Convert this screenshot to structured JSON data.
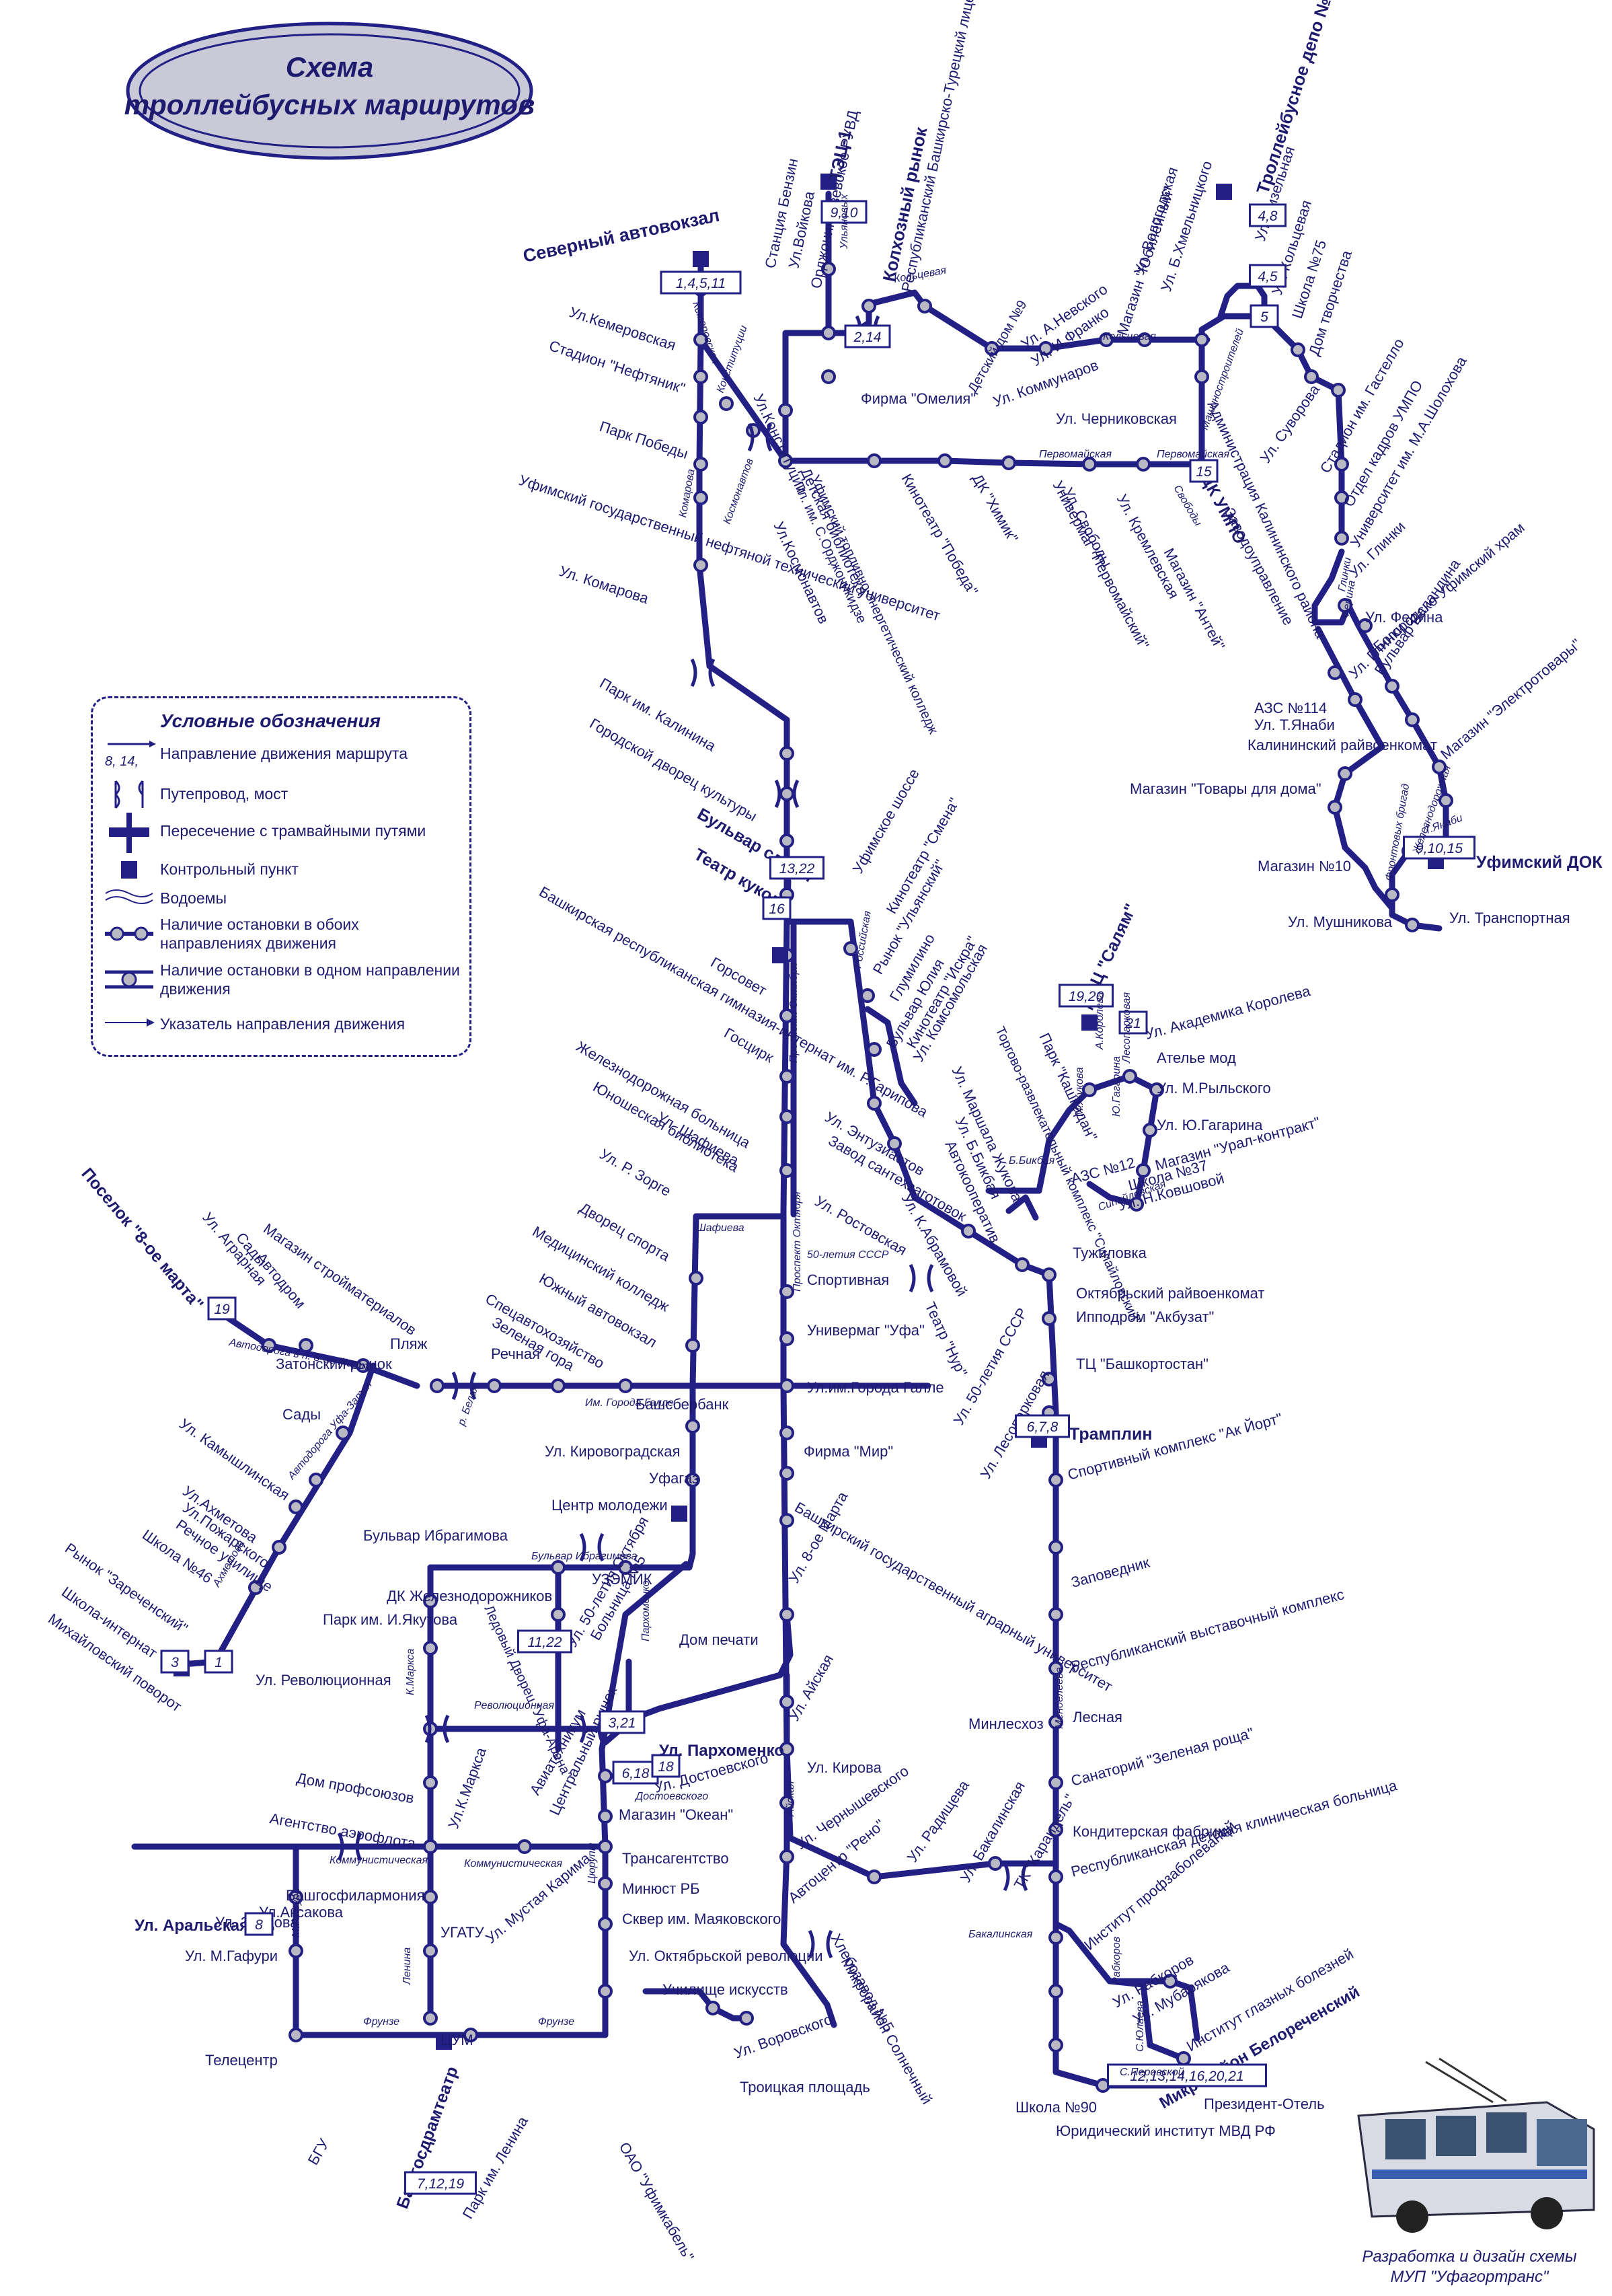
{
  "title": {
    "line1": "Схема",
    "line2": "троллейбусных маршрутов"
  },
  "colors": {
    "route": "#232085",
    "text": "#1e1b6e",
    "stop_fill": "#b9b9c4"
  },
  "legend": {
    "heading": "Условные обозначения",
    "direction_sample": "8, 14,",
    "items": [
      "Направление движения маршрута",
      "Путепровод, мост",
      "Пересечение с трамвайными путями",
      "Контрольный пункт",
      "Водоемы",
      "Наличие остановки в обоих направлениях движения",
      "Наличие остановки в одном направлении движения",
      "Указатель направления движения"
    ]
  },
  "credit": {
    "line1": "Разработка и дизайн схемы",
    "line2": "МУП \"Уфагортранс\""
  },
  "labels": [
    {
      "id": "severny-avtovokzal",
      "text": "Северный автовокзал",
      "bold": true
    },
    {
      "id": "tets1",
      "text": "ТЭЦ-1",
      "bold": true
    },
    {
      "id": "kolkhozny",
      "text": "Колхозный рынок",
      "bold": true
    },
    {
      "id": "depo2",
      "text": "Троллейбусное депо №2",
      "bold": true
    },
    {
      "id": "st-benzin",
      "text": "Станция Бензин"
    },
    {
      "id": "ul-voykova",
      "text": "Ул.Войкова"
    },
    {
      "id": "ordzh-ruvd",
      "text": "Орджоникидзевское РУВД"
    },
    {
      "id": "resp-bash-tur",
      "text": "Республиканский Башкирско-Турецкий лицей"
    },
    {
      "id": "ul-vologodskaya",
      "text": "Ул. Вологодская"
    },
    {
      "id": "ul-khmelnitskogo",
      "text": "Ул. Б.Хмельницкого"
    },
    {
      "id": "mag-yubileyny",
      "text": "Магазин \"Юбилейный\""
    },
    {
      "id": "ul-dizelnaya",
      "text": "Ул. Дизельная"
    },
    {
      "id": "ul-koltsevaya",
      "text": "Ул. Кольцевая"
    },
    {
      "id": "shkola75",
      "text": "Школа №75"
    },
    {
      "id": "dom-tvorchestva",
      "text": "Дом творчества"
    },
    {
      "id": "ul-kemerovskaya",
      "text": "Ул.Кемеровская"
    },
    {
      "id": "stadion-neftyanik",
      "text": "Стадион \"Нефтяник\""
    },
    {
      "id": "ul-nevskogo",
      "text": "Ул. А.Невского"
    },
    {
      "id": "ul-franko",
      "text": "Ул. И.Франко"
    },
    {
      "id": "detsky-dom",
      "text": "Детский дом №9"
    },
    {
      "id": "ul-konstitutsii",
      "text": "Ул.Конституции"
    },
    {
      "id": "firma-omeliya",
      "text": "Фирма \"Омелия\""
    },
    {
      "id": "ul-kommunarov",
      "text": "Ул. Коммунаров"
    },
    {
      "id": "ul-chernikovskaya",
      "text": "Ул. Черниковская"
    },
    {
      "id": "ul-suvorova",
      "text": "Ул. Суворова"
    },
    {
      "id": "adm-kalininskogo",
      "text": "Администрация Калининского района"
    },
    {
      "id": "stadion-gastello",
      "text": "Стадион им. Гастелло"
    },
    {
      "id": "park-pobedy",
      "text": "Парк Победы"
    },
    {
      "id": "otdel-kadrov",
      "text": "Отдел кадров УМПО"
    },
    {
      "id": "univ-sholokhova",
      "text": "Университет им. М.А.Шолохова"
    },
    {
      "id": "ugntu",
      "text": "Уфимский государственный нефтяной технический университет"
    },
    {
      "id": "detskaya-bibl",
      "text": "Детская библиотека"
    },
    {
      "id": "kinoteatr-pobeda",
      "text": "Кинотеатр \"Победа\""
    },
    {
      "id": "dk-khimik",
      "text": "ДК \"Химик\""
    },
    {
      "id": "univermag-pervomaysky",
      "text": "Универмаг \"Первомайский\""
    },
    {
      "id": "ul-svobody",
      "text": "Ул. Свободы"
    },
    {
      "id": "ul-kremlevskaya",
      "text": "Ул. Кремлевская"
    },
    {
      "id": "dk-umpo",
      "text": "ДК УМПО",
      "bold": true
    },
    {
      "id": "zavodoupravlenie",
      "text": "Заводоуправление"
    },
    {
      "id": "mag-antey",
      "text": "Магазин \"Антей\""
    },
    {
      "id": "ufimsky-toplivno",
      "text": "Уфимский топливно-энергетический колледж"
    },
    {
      "id": "pl-ordzhonikidze",
      "text": "Пл. им. С.Орджоникидзе"
    },
    {
      "id": "ul-komarova",
      "text": "Ул. Комарова"
    },
    {
      "id": "ul-kosmonavtov",
      "text": "Ул.Космонавтов"
    },
    {
      "id": "ul-glinki",
      "text": "Ул. Глинки"
    },
    {
      "id": "ul-ferina",
      "text": "Ул. Ферина"
    },
    {
      "id": "bogorodsko",
      "text": "Богородско-Уфимский храм"
    },
    {
      "id": "bulvar-balandina",
      "text": "Бульвар Баландина"
    },
    {
      "id": "azs114",
      "text": "АЗС №114"
    },
    {
      "id": "ul-glinki-2",
      "text": "Ул. Глинки"
    },
    {
      "id": "ul-yanabi",
      "text": "Ул. Т.Янаби"
    },
    {
      "id": "kalininsky-rvk",
      "text": "Калининский райвоенкомат"
    },
    {
      "id": "mag-elektrotovary",
      "text": "Магазин \"Электротовары\""
    },
    {
      "id": "mag-tovary-doma",
      "text": "Магазин \"Товары для дома\""
    },
    {
      "id": "mag-10",
      "text": "Магазин №10"
    },
    {
      "id": "ufimsky-dok",
      "text": "Уфимский ДОК",
      "bold": true
    },
    {
      "id": "ul-mushnikova",
      "text": "Ул. Мушникова"
    },
    {
      "id": "ul-transportnaya",
      "text": "Ул. Транспортная"
    },
    {
      "id": "park-kalinina",
      "text": "Парк им. Калинина"
    },
    {
      "id": "gdk",
      "text": "Городской дворец культуры"
    },
    {
      "id": "bulvar-slavy",
      "text": "Бульвар славы",
      "bold": true
    },
    {
      "id": "teatr-kukol",
      "text": "Театр кукол",
      "bold": true
    },
    {
      "id": "ufimskoe-shosse",
      "text": "Уфимское шоссе"
    },
    {
      "id": "kinoteatr-smena",
      "text": "Кинотеатр \"Смена\""
    },
    {
      "id": "rynok-ulyansky",
      "text": "Рынок \"Ульянский\""
    },
    {
      "id": "glumilino",
      "text": "Глумилино"
    },
    {
      "id": "bulvar-yulia",
      "text": "Бульвар Юлия"
    },
    {
      "id": "kinoteatr-iskra",
      "text": "Кинотеатр \"Искра\""
    },
    {
      "id": "ul-komsomolskaya",
      "text": "Ул. Комсомольская"
    },
    {
      "id": "bash-gimnaziya",
      "text": "Башкирская республиканская гимназия-интернат им. Р.Гарипова"
    },
    {
      "id": "gorsovet",
      "text": "Горсовет"
    },
    {
      "id": "goscirk",
      "text": "Госцирк"
    },
    {
      "id": "zhd-bolnitsa",
      "text": "Железнодорожная больница"
    },
    {
      "id": "yunosheskaya",
      "text": "Юношеская библиотека"
    },
    {
      "id": "ul-shafieva",
      "text": "Ул. Шафиева"
    },
    {
      "id": "ul-zorge",
      "text": "Ул. Р. Зорге"
    },
    {
      "id": "dvorets-sporta",
      "text": "Дворец спорта"
    },
    {
      "id": "med-kolledzh",
      "text": "Медицинский колледж"
    },
    {
      "id": "yuzhny-avtovokzal",
      "text": "Южный автовокзал"
    },
    {
      "id": "spetsavtokhozyaystvo",
      "text": "Спецавтохозяйство"
    },
    {
      "id": "zelenaya-gora",
      "text": "Зеленая гора"
    },
    {
      "id": "rechnaya",
      "text": "Речная"
    },
    {
      "id": "plyazh",
      "text": "Пляж"
    },
    {
      "id": "dots-salyam",
      "text": "ДОЦ \"Салям\"",
      "bold": true
    },
    {
      "id": "park-kashkadan",
      "text": "Парк \"Кашкадан\""
    },
    {
      "id": "torgovo-razvl",
      "text": "Торгово-развлекательный комплекс \"Сипайловский\""
    },
    {
      "id": "ul-akad-koroleva",
      "text": "Ул. Академика Королева"
    },
    {
      "id": "atele-mod",
      "text": "Ателье мод"
    },
    {
      "id": "ul-rylskogo",
      "text": "Ул. М.Рыльского"
    },
    {
      "id": "ul-gagarina",
      "text": "Ул. Ю.Гагарина"
    },
    {
      "id": "mag-ural",
      "text": "Магазин \"Урал-контракт\""
    },
    {
      "id": "shkola37",
      "text": "Школа №37"
    },
    {
      "id": "ul-kovshovoy",
      "text": "Ул. Н.Ковшовой"
    },
    {
      "id": "ul-marshala",
      "text": "Ул. Маршала Жукова"
    },
    {
      "id": "ul-bikbaya",
      "text": "Ул. Б.Бикбая"
    },
    {
      "id": "avtokooperativ",
      "text": "Автокооператив"
    },
    {
      "id": "azs12",
      "text": "АЗС №12"
    },
    {
      "id": "ul-entuziastov",
      "text": "Ул. Энтузиастов"
    },
    {
      "id": "zavod-santekh",
      "text": "Завод сантехзаготовок"
    },
    {
      "id": "ul-rostovskaya",
      "text": "Ул. Ростовская"
    },
    {
      "id": "ul-abramovoy",
      "text": "Ул. К.Абрамовой"
    },
    {
      "id": "tuzhilovka",
      "text": "Тужиловка"
    },
    {
      "id": "okt-rvk",
      "text": "Октябрьский райвоенкомат"
    },
    {
      "id": "ippodrom",
      "text": "Ипподром \"Акбузат\""
    },
    {
      "id": "sportivnaya",
      "text": "Спортивная"
    },
    {
      "id": "teatr-nur",
      "text": "Театр \"Нур\""
    },
    {
      "id": "ul-50-sssr",
      "text": "Ул. 50-летия СССР"
    },
    {
      "id": "ul-lesoparkovaya",
      "text": "Ул. Лесопарковая"
    },
    {
      "id": "tts-bashkortostan",
      "text": "ТЦ \"Башкортостан\""
    },
    {
      "id": "tramplin",
      "text": "Трамплин",
      "bold": true
    },
    {
      "id": "univermag-ufa",
      "text": "Универмаг \"Уфа\""
    },
    {
      "id": "ul-gor-galle",
      "text": "Ул.им.Города Галле"
    },
    {
      "id": "poselok-8marta",
      "text": "Поселок \"8-ое марта\"",
      "bold": true
    },
    {
      "id": "ul-agrarnaya",
      "text": "Ул. Аграрная"
    },
    {
      "id": "sady",
      "text": "Сады"
    },
    {
      "id": "avtodrom",
      "text": "Автодром"
    },
    {
      "id": "mag-stroymat",
      "text": "Магазин стройматериалов"
    },
    {
      "id": "zatonsky-rynok",
      "text": "Затонский рынок"
    },
    {
      "id": "ul-kamyshlinskaya",
      "text": "Ул. Камышлинская"
    },
    {
      "id": "sady-2",
      "text": "Сады"
    },
    {
      "id": "ul-akhmetova",
      "text": "Ул.Ахметова"
    },
    {
      "id": "ul-pozharskogo",
      "text": "Ул.Пожарского"
    },
    {
      "id": "rechnoe-uch",
      "text": "Речное училище"
    },
    {
      "id": "shkola46",
      "text": "Школа №46"
    },
    {
      "id": "rynok-zarechensky",
      "text": "Рынок \"Зареченский\""
    },
    {
      "id": "shkola-internat",
      "text": "Школа-интернат"
    },
    {
      "id": "mikh-povorot",
      "text": "Михайловский поворот"
    },
    {
      "id": "bashsberbank",
      "text": "Башсбербанк"
    },
    {
      "id": "ul-kirovogradskaya",
      "text": "Ул. Кировоградская"
    },
    {
      "id": "ufagaz",
      "text": "Уфагаз"
    },
    {
      "id": "firma-mir",
      "text": "Фирма \"Мир\""
    },
    {
      "id": "sportkompleks",
      "text": "Спортивный комплекс \"Ак Йорт\""
    },
    {
      "id": "bashgau",
      "text": "Башкирский государственный аграрный университет"
    },
    {
      "id": "tsentr-molodezhi",
      "text": "Центр молодежи"
    },
    {
      "id": "bulvar-ibragimova",
      "text": "Бульвар Ибрагимова"
    },
    {
      "id": "dk-zhd",
      "text": "ДК Железнодорожников"
    },
    {
      "id": "park-yakutova",
      "text": "Парк им. И.Якутова"
    },
    {
      "id": "ledovy-dvorets",
      "text": "Ледовый Дворец \"Уфа-Арена\""
    },
    {
      "id": "uzemik",
      "text": "УЗЭМИК"
    },
    {
      "id": "ul-50-oktyabrya",
      "text": "Ул. 50-летия Октября"
    },
    {
      "id": "bolnitsa5",
      "text": "Больница №5"
    },
    {
      "id": "dom-pechati",
      "text": "Дом печати"
    },
    {
      "id": "ul-8-marta",
      "text": "Ул. 8-ое Марта"
    },
    {
      "id": "zapovednik",
      "text": "Заповедник"
    },
    {
      "id": "resp-vystav",
      "text": "Республиканский выставочный комплекс"
    },
    {
      "id": "ul-revolyutsionnaya",
      "text": "Ул. Революционная"
    },
    {
      "id": "dom-profsoyuzov",
      "text": "Дом профсоюзов"
    },
    {
      "id": "agentstvo",
      "text": "Агентство аэрофлота"
    },
    {
      "id": "ul-marksa",
      "text": "Ул.К.Маркса"
    },
    {
      "id": "aviatekhnikum",
      "text": "Авиатехникум"
    },
    {
      "id": "tsentralny-rynok",
      "text": "Центральный рынок"
    },
    {
      "id": "ul-parkhomenko",
      "text": "Ул. Пархоменко",
      "bold": true
    },
    {
      "id": "ul-aiskaya",
      "text": "Ул. Айская"
    },
    {
      "id": "minlesokhoz",
      "text": "Минлесхоз"
    },
    {
      "id": "lesnaya",
      "text": "Лесная"
    },
    {
      "id": "ul-dostoevskogo",
      "text": "Ул. Достоевского"
    },
    {
      "id": "mag-okean",
      "text": "Магазин \"Океан\""
    },
    {
      "id": "ul-kirova",
      "text": "Ул. Кирова"
    },
    {
      "id": "sanatory",
      "text": "Санаторий \"Зеленая роща\""
    },
    {
      "id": "transagentstvo",
      "text": "Трансагентство"
    },
    {
      "id": "ul-chernyshevskogo",
      "text": "Ул. Чернышевского"
    },
    {
      "id": "ul-radishcheva",
      "text": "Ул. Радищева"
    },
    {
      "id": "konditerskaya",
      "text": "Кондитерская фабрика"
    },
    {
      "id": "ul-bakalinskaya",
      "text": "Ул. Бакалинская"
    },
    {
      "id": "tk-karaidel",
      "text": "ТК \"Караидель\""
    },
    {
      "id": "resp-det-bolnitsa",
      "text": "Республиканская детская клиническая больница"
    },
    {
      "id": "minyust",
      "text": "Минюст РБ"
    },
    {
      "id": "ul-mustaya",
      "text": "Ул. Мустая Карима"
    },
    {
      "id": "avtotsentr-reno",
      "text": "Автоцентр \"Рено\""
    },
    {
      "id": "institut-profzab",
      "text": "Институт профзаболеваний"
    },
    {
      "id": "ugatu",
      "text": "УГАТУ"
    },
    {
      "id": "skver-mayakovskogo",
      "text": "Сквер им. Маяковского"
    },
    {
      "id": "bashfilarmoniya",
      "text": "Башгосфилармония"
    },
    {
      "id": "ul-aksakova",
      "text": "Ул.Аксакова"
    },
    {
      "id": "ul-zentsova",
      "text": "Ул. Зенцова"
    },
    {
      "id": "ul-aralskaya",
      "text": "Ул. Аральская",
      "bold": true
    },
    {
      "id": "ul-gafuri",
      "text": "Ул. М.Гафури"
    },
    {
      "id": "ul-oktyabrskoy-rev",
      "text": "Ул. Октябрьской революции"
    },
    {
      "id": "uchilishche-iskusstv",
      "text": "Училище искусств"
    },
    {
      "id": "khlebozavod",
      "text": "Хлебозавод №5"
    },
    {
      "id": "mikrorayon-solnechny",
      "text": "Микрорайон Солнечный"
    },
    {
      "id": "ul-rabkorov",
      "text": "Ул. Рабкоров"
    },
    {
      "id": "ul-mubaryakova",
      "text": "Ул. Мубарякова"
    },
    {
      "id": "institut-glaznykh",
      "text": "Институт глазных болезней"
    },
    {
      "id": "mikrorayon-belorechensky",
      "text": "Микрорайон Белореченский",
      "bold": true
    },
    {
      "id": "ul-vorovskogo",
      "text": "Ул. Воровского"
    },
    {
      "id": "tsum",
      "text": "ЦУМ"
    },
    {
      "id": "telecentr",
      "text": "Телецентр"
    },
    {
      "id": "troitskaya",
      "text": "Троицкая площадь"
    },
    {
      "id": "prezident-otel",
      "text": "Президент-Отель"
    },
    {
      "id": "shkola90",
      "text": "Школа №90"
    },
    {
      "id": "yur-institut",
      "text": "Юридический институт МВД РФ"
    },
    {
      "id": "bgu",
      "text": "БГУ"
    },
    {
      "id": "bashgosdramteatr",
      "text": "Башгосдрамтеатр",
      "bold": true
    },
    {
      "id": "park-lenina",
      "text": "Парк им. Ленина"
    },
    {
      "id": "oao-ufimkabel",
      "text": "ОАО \"Уфимкабель\""
    }
  ],
  "route_boxes": [
    "1,4,5,11",
    "9,10",
    "2,14",
    "4,8",
    "4,5",
    "5",
    "15",
    "13,22",
    "16",
    "9,10,15",
    "19,20",
    "21",
    "11,22",
    "3,21",
    "6,18",
    "18",
    "12,13,14,16,20,21",
    "7,12,19",
    "1",
    "3",
    "8",
    "6,7,8",
    "19"
  ],
  "street_labels": [
    "Кемеровская",
    "Ульяновых",
    "Кольцевая",
    "Кольцевая",
    "Первомайская",
    "Первомайская",
    "Машиностроителей",
    "Комарова",
    "Космонавтов",
    "Конституции",
    "Российская",
    "Проспект Октября",
    "Проспект Октября",
    "Менделеева",
    "Шафиева",
    "50-летия СССР",
    "Им. Города Галле",
    "Бульвар Ибрагимова",
    "Революционная",
    "Коммунистическая",
    "Коммунистическая",
    "Фрунзе",
    "Фрунзе",
    "Ленина",
    "Цюрупы",
    "К.Маркса",
    "М.Гафури",
    "Айская",
    "Бакалинская",
    "Рабкоров",
    "С.Перовской",
    "С.Юлаева",
    "Автодорога в п. 8-ое Марта",
    "Автодорога Уфа-Затон",
    "Ахметова",
    "р. Белая",
    "Сипайловская",
    "Лесопарковая",
    "Б.Бикбая",
    "М.Жукова",
    "А.Королева",
    "Ю.Гагарина",
    "Достоевского",
    "Пархоменко",
    "Глинки",
    "Ферина",
    "Т.Янаби",
    "Свободы",
    "Фронтовых бригад",
    "Железнодорожная"
  ]
}
